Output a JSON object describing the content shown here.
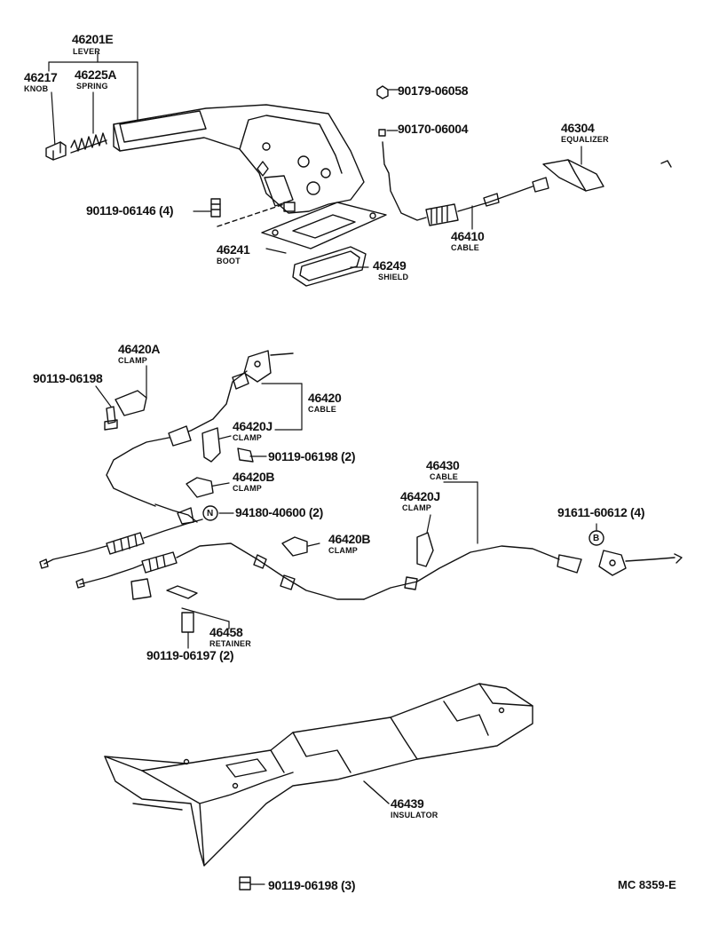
{
  "colors": {
    "ink": "#111111",
    "paper": "#ffffff"
  },
  "parts": {
    "lever": {
      "number": "46201E",
      "name": "LEVER"
    },
    "knob": {
      "number": "46217",
      "name": "KNOB"
    },
    "spring": {
      "number": "46225A",
      "name": "SPRING"
    },
    "nut_top": {
      "number": "90179-06058"
    },
    "bolt_top": {
      "number": "90170-06004"
    },
    "equalizer": {
      "number": "46304",
      "name": "EQUALIZER"
    },
    "bolt_lever": {
      "number": "90119-06146 (4)"
    },
    "boot": {
      "number": "46241",
      "name": "BOOT"
    },
    "cable_front": {
      "number": "46410",
      "name": "CABLE"
    },
    "shield": {
      "number": "46249",
      "name": "SHIELD"
    },
    "clamp_a": {
      "number": "46420A",
      "name": "CLAMP"
    },
    "bolt_clamp_a": {
      "number": "90119-06198"
    },
    "cable_left": {
      "number": "46420",
      "name": "CABLE"
    },
    "clamp_j1": {
      "number": "46420J",
      "name": "CLAMP"
    },
    "bolt_clamp_j": {
      "number": "90119-06198 (2)"
    },
    "clamp_b1": {
      "number": "46420B",
      "name": "CLAMP"
    },
    "nut_n": {
      "marker": "N",
      "number": "94180-40600 (2)"
    },
    "cable_right": {
      "number": "46430",
      "name": "CABLE"
    },
    "clamp_j2": {
      "number": "46420J",
      "name": "CLAMP"
    },
    "nut_b": {
      "marker": "B",
      "number": "91611-60612 (4)"
    },
    "clamp_b2": {
      "number": "46420B",
      "name": "CLAMP"
    },
    "retainer": {
      "number": "46458",
      "name": "RETAINER"
    },
    "bolt_retainer": {
      "number": "90119-06197 (2)"
    },
    "insulator": {
      "number": "46439",
      "name": "INSULATOR"
    },
    "bolt_insulator": {
      "number": "90119-06198 (3)"
    }
  },
  "diagram_code": "MC 8359-E"
}
